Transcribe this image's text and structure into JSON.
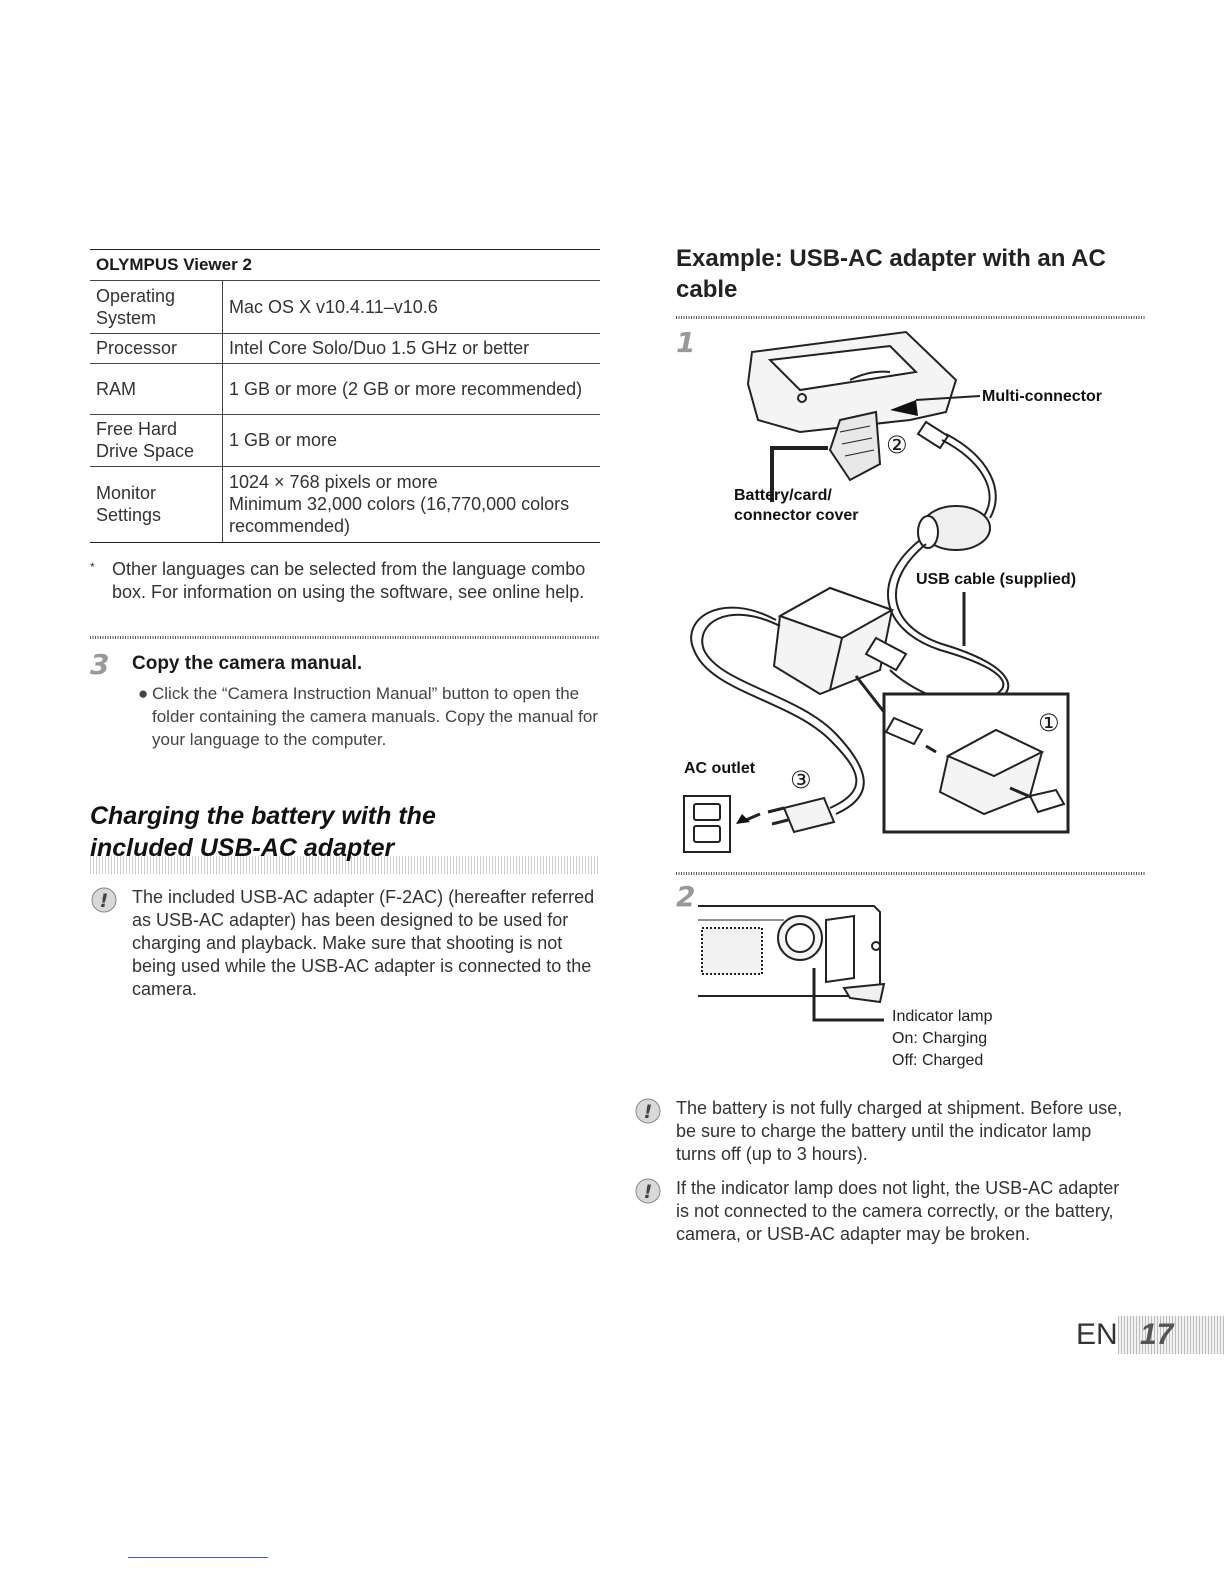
{
  "spec_table": {
    "title": "OLYMPUS Viewer 2",
    "rows": [
      {
        "key": "Operating System",
        "value": "Mac OS X v10.4.11–v10.6"
      },
      {
        "key": "Processor",
        "value": "Intel Core Solo/Duo 1.5 GHz or better"
      },
      {
        "key": "RAM",
        "value": "1 GB or more (2 GB or more recommended)"
      },
      {
        "key": "Free Hard Drive Space",
        "value": "1 GB or more"
      },
      {
        "key": "Monitor Settings",
        "value": "1024 × 768 pixels or more\nMinimum 32,000 colors (16,770,000 colors recommended)"
      }
    ]
  },
  "footnote": {
    "marker": "*",
    "text": "Other languages can be selected from the language combo box. For information on using the software, see online help."
  },
  "step3": {
    "number": "3",
    "heading": "Copy the camera manual.",
    "bullet": "Click the “Camera Instruction Manual” button to open the folder containing the camera manuals. Copy the manual for your language to the computer."
  },
  "section": {
    "title_line1": "Charging the battery with the",
    "title_line2": "included USB-AC adapter",
    "caution": "The included USB-AC adapter (F-2AC) (hereafter referred as USB-AC adapter) has been designed to be used for charging and playback. Make sure that shooting is not being used while the USB-AC adapter is connected to the camera."
  },
  "example": {
    "title": "Example: USB-AC adapter with an AC cable",
    "step1_number": "1",
    "step2_number": "2",
    "labels": {
      "multi_connector": "Multi-connector",
      "battery_cover_1": "Battery/card/",
      "battery_cover_2": "connector cover",
      "usb_cable": "USB cable (supplied)",
      "ac_outlet": "AC outlet",
      "callout_1": "①",
      "callout_2": "②",
      "callout_3": "③"
    },
    "indicator": {
      "label": "Indicator lamp",
      "on": "On: Charging",
      "off": "Off: Charged"
    },
    "caution1": "The battery is not fully charged at shipment. Before use, be sure to charge the battery until the indicator lamp turns off (up to 3 hours).",
    "caution2": "If the indicator lamp does not light, the USB-AC adapter is not connected to the camera correctly, or the battery, camera, or USB-AC adapter may be broken."
  },
  "page": {
    "language": "EN",
    "number": "17"
  }
}
